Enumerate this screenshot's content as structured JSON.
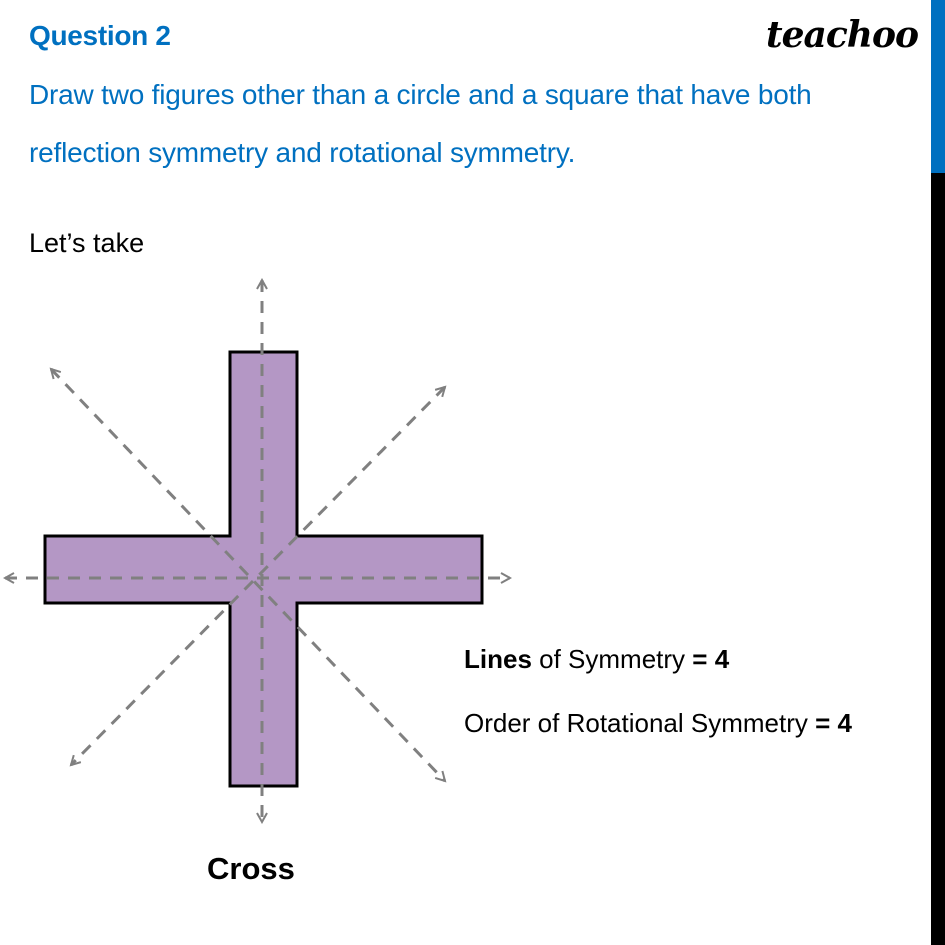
{
  "header": {
    "question_label": "Question 2",
    "logo_text": "teachoo"
  },
  "question": {
    "line1": "Draw two figures other than a circle and a square that have both",
    "line2": "reflection symmetry and rotational symmetry."
  },
  "intro": "Let’s take",
  "figure": {
    "shape": "cross",
    "fill_color": "#b497c5",
    "stroke_color": "#000000",
    "axis_color": "#808080",
    "caption": "Cross",
    "symmetry_lines": [
      "vertical",
      "horizontal",
      "diagonal-main",
      "diagonal-anti"
    ]
  },
  "results": {
    "lines": {
      "label_bold": "Lines",
      "label_rest": " of Symmetry ",
      "equals": "= 4"
    },
    "rotation": {
      "label": "Order of Rotational Symmetry ",
      "equals": "= 4"
    }
  },
  "colors": {
    "accent_blue": "#0070c0",
    "stripe_black": "#000000"
  }
}
